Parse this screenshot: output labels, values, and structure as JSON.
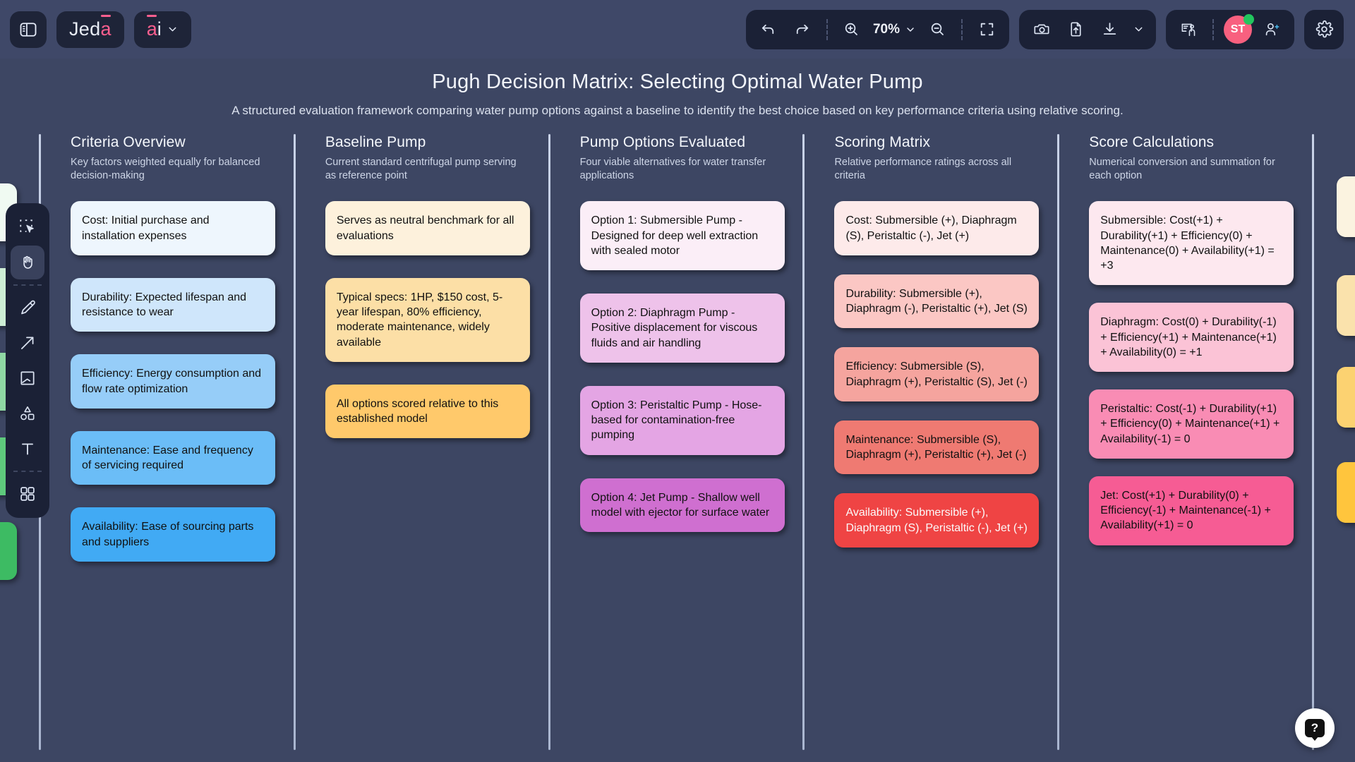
{
  "app": {
    "brand_primary": "Jed",
    "brand_accent": "a",
    "ai_accent": "a",
    "ai_rest": "i",
    "accent_color": "#ff5f8f",
    "canvas_bg": "#3d4663",
    "topbar_bg": "#3f4868"
  },
  "toolbar": {
    "sidebar_toggle": "sidebar-toggle",
    "undo": "Undo",
    "redo": "Redo",
    "zoom_in": "Zoom in",
    "zoom_level": "70%",
    "zoom_out": "Zoom out",
    "fit_screen": "Fit to screen",
    "screenshot": "Screenshot",
    "upload": "Upload",
    "download": "Download",
    "present": "Present",
    "avatar_initials": "ST",
    "add_user": "Invite",
    "settings": "Settings"
  },
  "tools": [
    {
      "name": "select-tool",
      "label": "Select",
      "active": false
    },
    {
      "name": "hand-tool",
      "label": "Hand / Pan",
      "active": true
    },
    {
      "name": "pen-tool",
      "label": "Pen",
      "active": false
    },
    {
      "name": "arrow-tool",
      "label": "Arrow",
      "active": false
    },
    {
      "name": "frame-tool",
      "label": "Frame",
      "active": false
    },
    {
      "name": "shapes-tool",
      "label": "Shapes",
      "active": false
    },
    {
      "name": "text-tool",
      "label": "Text",
      "active": false
    },
    {
      "name": "apps-tool",
      "label": "Apps",
      "active": false
    }
  ],
  "board": {
    "title": "Pugh Decision Matrix: Selecting Optimal Water Pump",
    "subtitle": "A structured evaluation framework comparing water pump options against a baseline to identify the best choice based on key performance criteria using relative scoring.",
    "help_label": "?"
  },
  "columns": [
    {
      "title": "Criteria Overview",
      "subtitle": "Key factors weighted equally for balanced decision-making",
      "cards": [
        {
          "text": "Cost: Initial purchase and installation expenses",
          "bg": "#eef6fd",
          "fg": "#111111"
        },
        {
          "text": "Durability: Expected lifespan and resistance to wear",
          "bg": "#cfe6fb",
          "fg": "#111111"
        },
        {
          "text": "Efficiency: Energy consumption and flow rate optimization",
          "bg": "#96cdf8",
          "fg": "#111111"
        },
        {
          "text": "Maintenance: Ease and frequency of servicing required",
          "bg": "#6bbdf7",
          "fg": "#111111"
        },
        {
          "text": "Availability: Ease of sourcing parts and suppliers",
          "bg": "#41aaf4",
          "fg": "#111111"
        }
      ]
    },
    {
      "title": "Baseline Pump",
      "subtitle": "Current standard centrifugal pump serving as reference point",
      "cards": [
        {
          "text": "Serves as neutral benchmark for all evaluations",
          "bg": "#fdf1dc",
          "fg": "#111111"
        },
        {
          "text": "Typical specs: 1HP, $150 cost, 5-year lifespan, 80% efficiency, moderate maintenance, widely available",
          "bg": "#fcdfa6",
          "fg": "#111111"
        },
        {
          "text": "All options scored relative to this established model",
          "bg": "#ffc96b",
          "fg": "#111111"
        }
      ]
    },
    {
      "title": "Pump Options Evaluated",
      "subtitle": "Four viable alternatives for water transfer applications",
      "cards": [
        {
          "text": "Option 1: Submersible Pump - Designed for deep well extraction with sealed motor",
          "bg": "#fbeef7",
          "fg": "#111111"
        },
        {
          "text": "Option 2: Diaphragm Pump - Positive displacement for viscous fluids and air handling",
          "bg": "#eec2ea",
          "fg": "#111111"
        },
        {
          "text": "Option 3: Peristaltic Pump - Hose-based for contamination-free pumping",
          "bg": "#e4a5e4",
          "fg": "#111111"
        },
        {
          "text": "Option 4: Jet Pump - Shallow well model with ejector for surface water",
          "bg": "#cf6fd0",
          "fg": "#111111"
        }
      ]
    },
    {
      "title": "Scoring Matrix",
      "subtitle": "Relative performance ratings across all criteria",
      "cards": [
        {
          "text": "Cost: Submersible (+), Diaphragm (S), Peristaltic (-), Jet (+)",
          "bg": "#fdeaea",
          "fg": "#111111"
        },
        {
          "text": "Durability: Submersible (+), Diaphragm (-), Peristaltic (+), Jet (S)",
          "bg": "#fbc7c4",
          "fg": "#111111"
        },
        {
          "text": "Efficiency: Submersible (S), Diaphragm (+), Peristaltic (S), Jet (-)",
          "bg": "#f5a49e",
          "fg": "#111111"
        },
        {
          "text": "Maintenance: Submersible (S), Diaphragm (+), Peristaltic (+), Jet (-)",
          "bg": "#ef7a72",
          "fg": "#111111"
        },
        {
          "text": "Availability: Submersible (+), Diaphragm (S), Peristaltic (-), Jet (+)",
          "bg": "#ef4444",
          "fg": "#fbfbfb"
        }
      ]
    },
    {
      "title": "Score Calculations",
      "subtitle": "Numerical conversion and summation for each option",
      "cards": [
        {
          "text": "Submersible: Cost(+1) + Durability(+1) + Efficiency(0) + Maintenance(0) + Availability(+1) = +3",
          "bg": "#fde8ef",
          "fg": "#111111"
        },
        {
          "text": "Diaphragm: Cost(0) + Durability(-1) + Efficiency(+1) + Maintenance(+1) + Availability(0) = +1",
          "bg": "#fbc3d6",
          "fg": "#111111"
        },
        {
          "text": "Peristaltic: Cost(-1) + Durability(+1) + Efficiency(0) + Maintenance(+1) + Availability(-1) = 0",
          "bg": "#f98cb4",
          "fg": "#111111"
        },
        {
          "text": "Jet: Cost(+1) + Durability(0) + Efficiency(-1) + Maintenance(-1) + Availability(+1) = 0",
          "bg": "#f65c94",
          "fg": "#111111"
        }
      ]
    }
  ],
  "offscreen": {
    "left_peek_colors": [
      "#f0faf2",
      "#cdeed5",
      "#8fd8a4",
      "#5ec97c"
    ],
    "right_peek_colors": [
      "#fbf3e0",
      "#fae2ac",
      "#fcd271",
      "#ffc53d"
    ]
  }
}
